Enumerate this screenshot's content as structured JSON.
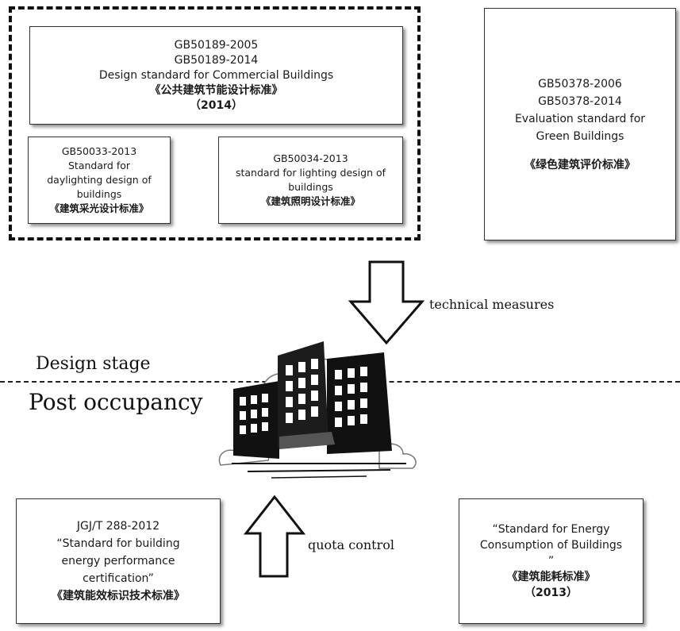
{
  "commercial": {
    "lines": [
      "GB50189-2005",
      "GB50189-2014",
      "Design standard for Commercial Buildings",
      "《公共建筑节能设计标准》",
      "（2014）"
    ]
  },
  "green": {
    "lines": [
      "GB50378-2006",
      "GB50378-2014",
      "Evaluation standard for",
      "Green Buildings",
      "《绿色建筑评价标准》"
    ]
  },
  "daylighting": {
    "lines": [
      "GB50033-2013",
      "Standard for",
      "daylighting design of",
      "buildings",
      "《建筑采光设计标准》"
    ]
  },
  "lighting": {
    "lines": [
      "GB50034-2013",
      "standard for lighting design of",
      "buildings",
      "《建筑照明设计标准》"
    ]
  },
  "certification": {
    "lines": [
      "JGJ/T 288-2012",
      "“Standard for building",
      "energy performance",
      "certification”",
      "《建筑能效标识技术标准》"
    ]
  },
  "consumption": {
    "lines": [
      "“Standard for Energy",
      "Consumption  of Buildings",
      "”",
      "《建筑能耗标准》",
      "（2013）"
    ]
  },
  "labels": {
    "technical_measures": "technical measures",
    "quota_control": "quota control",
    "design_stage": "Design stage",
    "post_occupancy": "Post occupancy"
  },
  "icons": {
    "building": "building-icon",
    "down_arrow": "arrow-down-icon",
    "up_arrow": "arrow-up-icon"
  }
}
